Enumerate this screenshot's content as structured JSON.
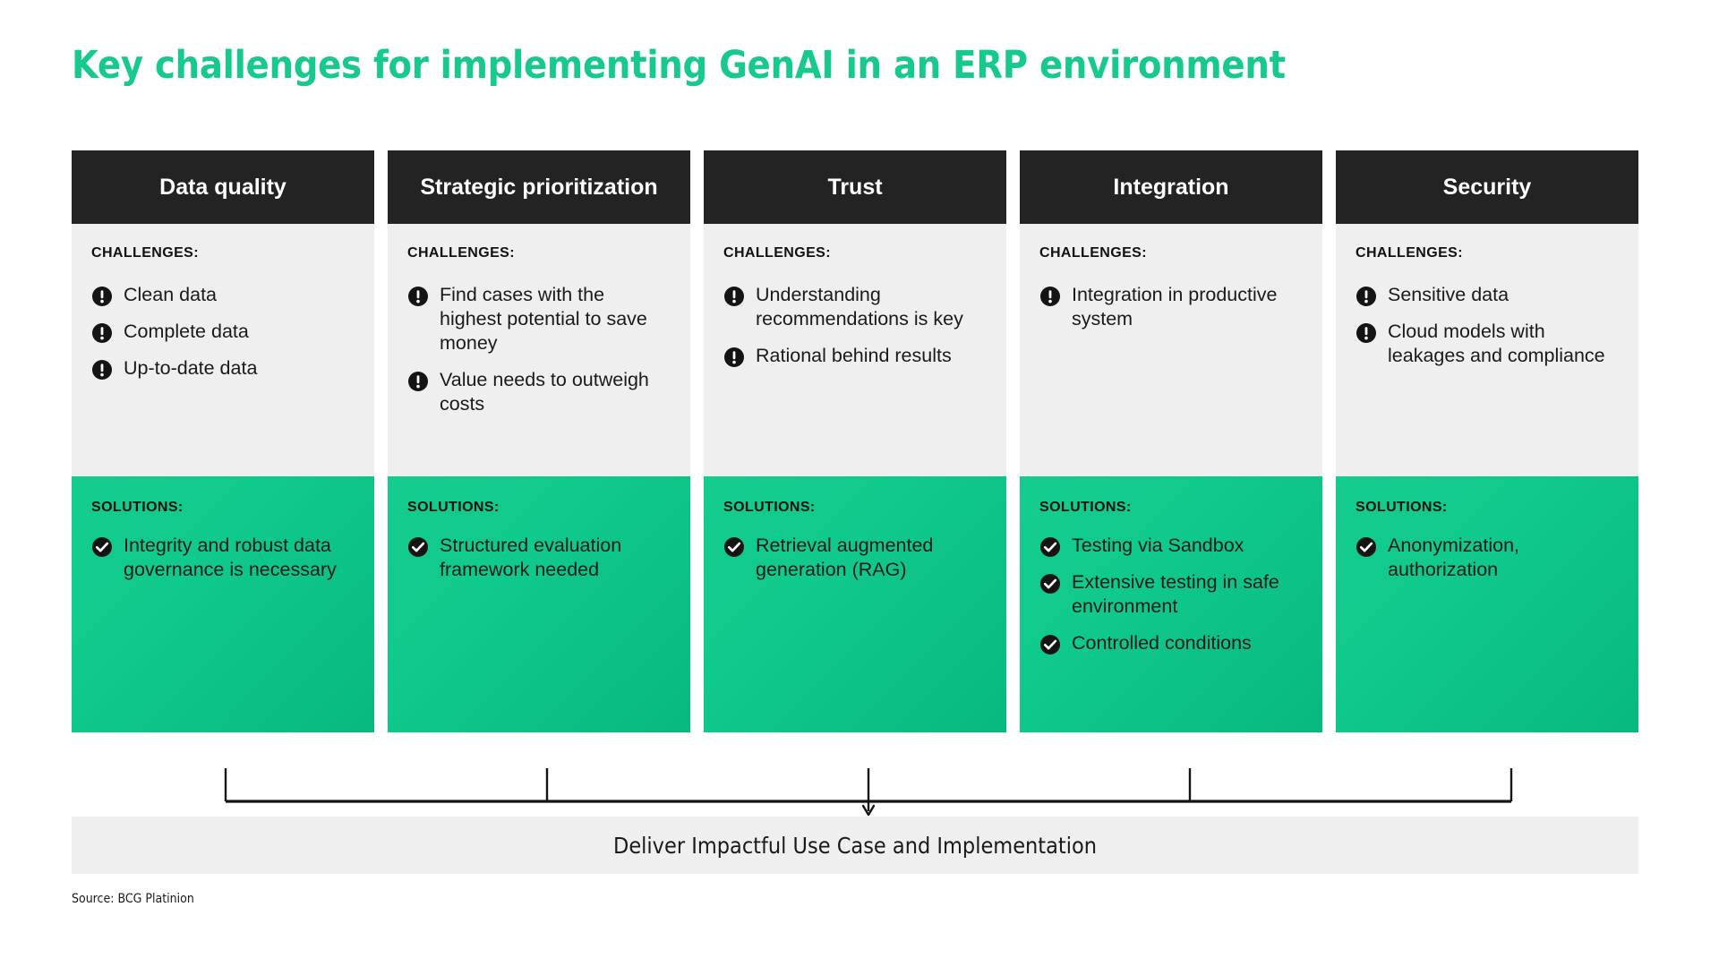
{
  "title": "Key challenges for implementing GenAI in an ERP environment",
  "accent_color": "#17c98d",
  "header_bg_color": "#232323",
  "challenges_bg_color": "#efefef",
  "solutions_bg_color": "#10c98c",
  "labels": {
    "challenges": "CHALLENGES:",
    "solutions": "SOLUTIONS:"
  },
  "columns": [
    {
      "header": "Data quality",
      "challenges": [
        "Clean data",
        "Complete data",
        "Up-to-date data"
      ],
      "solutions": [
        "Integrity and robust data governance is necessary"
      ]
    },
    {
      "header": "Strategic prioritization",
      "challenges": [
        "Find cases with the highest potential to save money",
        "Value needs to outweigh costs"
      ],
      "solutions": [
        "Structured evaluation framework needed"
      ]
    },
    {
      "header": "Trust",
      "challenges": [
        "Understanding recommendations is key",
        "Rational behind results"
      ],
      "solutions": [
        "Retrieval augmented generation (RAG)"
      ]
    },
    {
      "header": "Integration",
      "challenges": [
        "Integration in productive system"
      ],
      "solutions": [
        "Testing via Sandbox",
        "Extensive testing in safe environment",
        "Controlled conditions"
      ]
    },
    {
      "header": "Security",
      "challenges": [
        "Sensitive data",
        "Cloud models with leakages and compliance"
      ],
      "solutions": [
        "Anonymization, authorization"
      ]
    }
  ],
  "footer": {
    "outcome": "Deliver Impactful Use Case and Implementation",
    "source": "Source: BCG Platinion"
  },
  "icons": {
    "challenge": "exclamation-circle-icon",
    "solution": "check-circle-icon"
  }
}
